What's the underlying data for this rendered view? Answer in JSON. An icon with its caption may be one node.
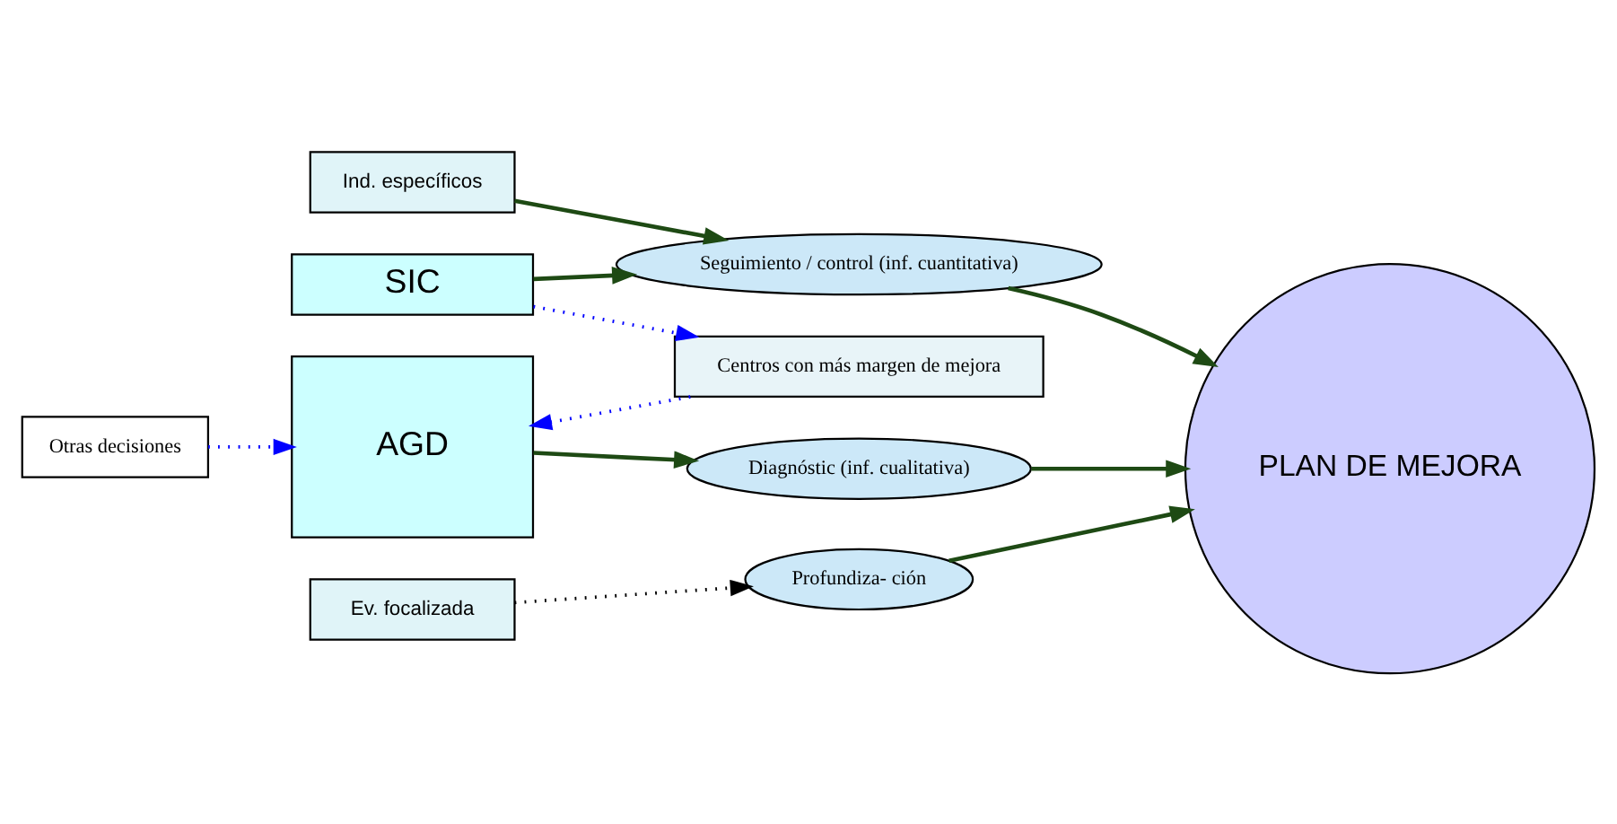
{
  "diagram": {
    "nodes": [
      {
        "text": [
          "Otras decisiones"
        ]
      },
      {
        "text": [
          "AGD"
        ]
      },
      {
        "text": [
          "SIC"
        ]
      },
      {
        "text": [
          "Ev. focalizada"
        ]
      },
      {
        "text": [
          "Ind. específicos"
        ]
      },
      {
        "text": [
          "Centros con más margen de mejora"
        ]
      },
      {
        "text": [
          "Diagnóstic (inf. cualitativa)"
        ]
      },
      {
        "text": [
          "Profundiza- ción"
        ]
      },
      {
        "text": [
          "PLAN DE MEJORA"
        ]
      },
      {
        "text": [
          "Seguimiento / control (inf. cuantitativa)"
        ]
      }
    ],
    "edges": [
      {
        "from": 0,
        "to": 1,
        "arrow": "to",
        "style": "dashed",
        "color": "#0000ff"
      },
      {
        "from": 5,
        "to": 1,
        "arrow": "to",
        "style": "dashed",
        "color": "#0000ff"
      },
      {
        "from": 2,
        "to": 5,
        "arrow": "to",
        "style": "dashed",
        "color": "#0000ff"
      },
      {
        "from": 1,
        "to": 6,
        "arrow": "to"
      },
      {
        "from": 6,
        "to": 8,
        "arrow": "to"
      },
      {
        "from": 3,
        "to": 7,
        "arrow": "to",
        "style": "dashed",
        "color": "#000000"
      },
      {
        "from": 7,
        "to": 8,
        "arrow": "to"
      },
      {
        "from": 2,
        "to": 9,
        "arrow": "to"
      },
      {
        "from": 4,
        "to": 9,
        "arrow": "to"
      },
      {
        "from": 9,
        "to": 8,
        "arrow": "to"
      }
    ]
  }
}
